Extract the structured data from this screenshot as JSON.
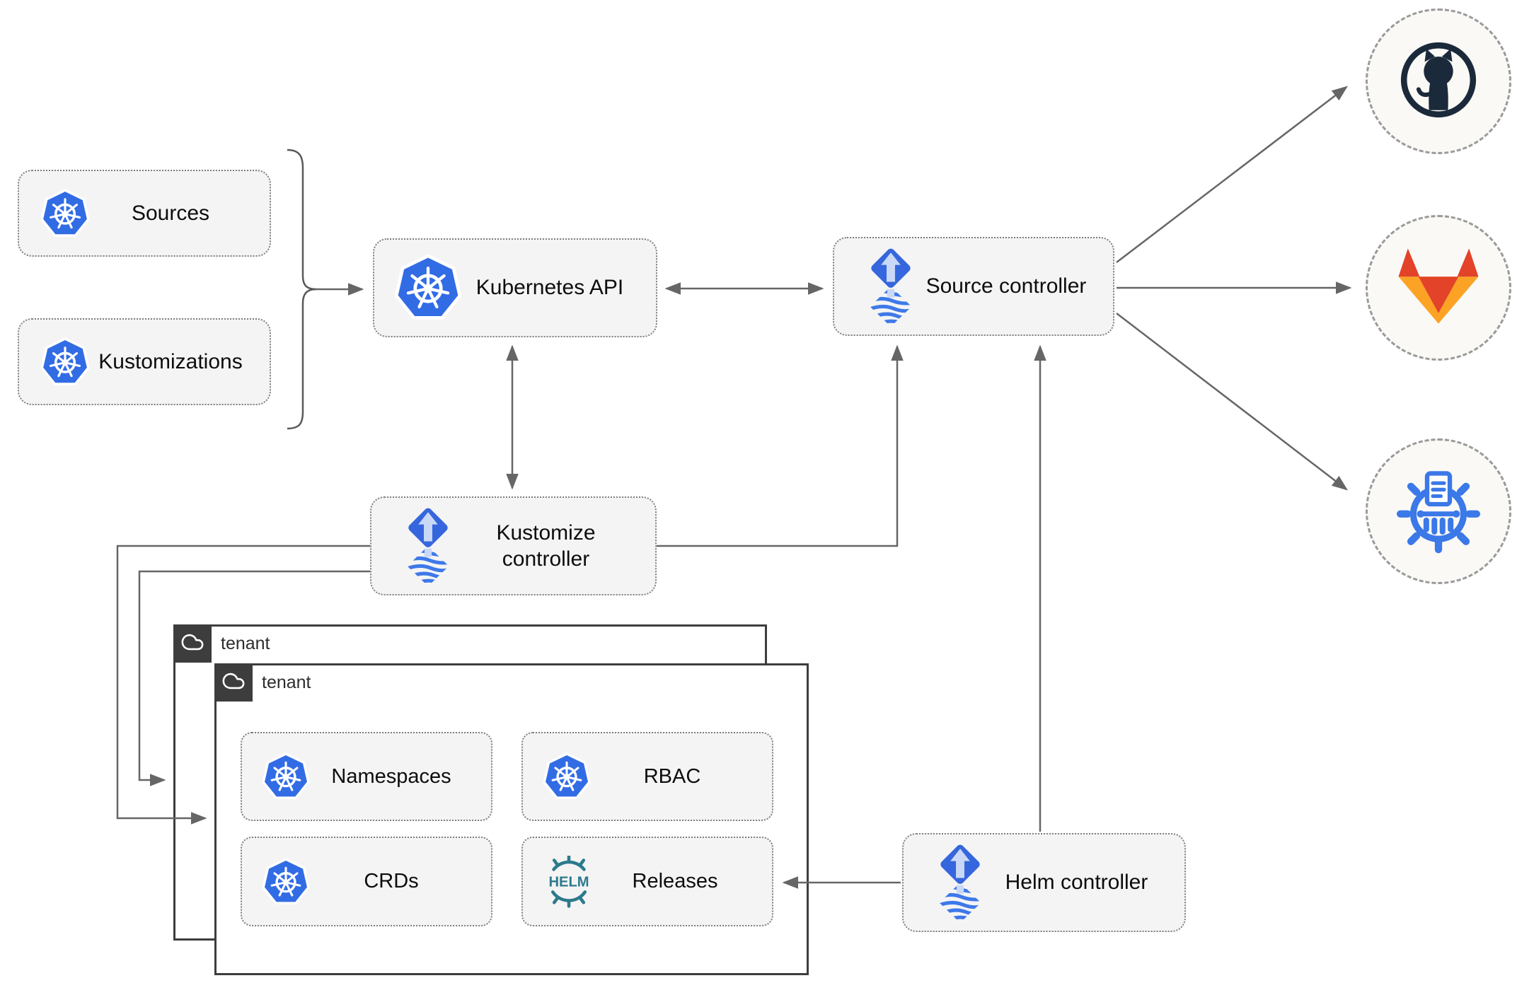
{
  "diagram": {
    "nodes": {
      "sources": {
        "label": "Sources"
      },
      "kustomizations": {
        "label": "Kustomizations"
      },
      "kubernetes_api": {
        "label": "Kubernetes API"
      },
      "source_controller": {
        "label": "Source controller"
      },
      "kustomize_controller": {
        "label": "Kustomize controller"
      },
      "helm_controller": {
        "label": "Helm controller"
      },
      "tenant_back": {
        "label": "tenant"
      },
      "tenant_front": {
        "label": "tenant"
      },
      "namespaces": {
        "label": "Namespaces"
      },
      "rbac": {
        "label": "RBAC"
      },
      "crds": {
        "label": "CRDs"
      },
      "releases": {
        "label": "Releases"
      }
    },
    "external_systems": {
      "github": "github-logo",
      "gitlab": "gitlab-logo",
      "helm_repository": "helm-repository-logo"
    },
    "icons": {
      "kubernetes": "kubernetes-logo",
      "flux": "flux-logo",
      "helm": "helm-logo",
      "cloud": "cloud-icon"
    },
    "colors": {
      "kubernetes_blue": "#326ce5",
      "flux_blue": "#3566dd",
      "flux_stripe_blue": "#3e79e9",
      "flux_arrow_light": "#c9d8f6",
      "helm_teal": "#2c7a8c",
      "github_navy": "#1b2a3a",
      "gitlab_orange": "#e24329",
      "gitlab_light_orange": "#fca326",
      "chartmuseum_blue": "#3b78e8",
      "connector_gray": "#666666",
      "node_background": "#f4f4f4",
      "tenant_header_dark": "#3d3d3d"
    }
  }
}
